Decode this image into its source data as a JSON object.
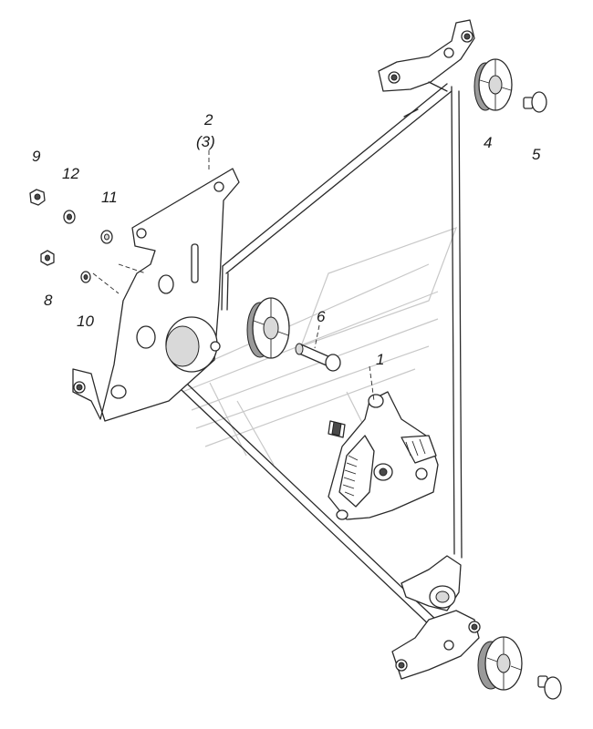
{
  "callouts": {
    "c1": "1",
    "c2": "2",
    "c3": "(3)",
    "c4": "4",
    "c5": "5",
    "c6": "6",
    "c8": "8",
    "c9": "9",
    "c10": "10",
    "c11": "11",
    "c12": "12"
  }
}
